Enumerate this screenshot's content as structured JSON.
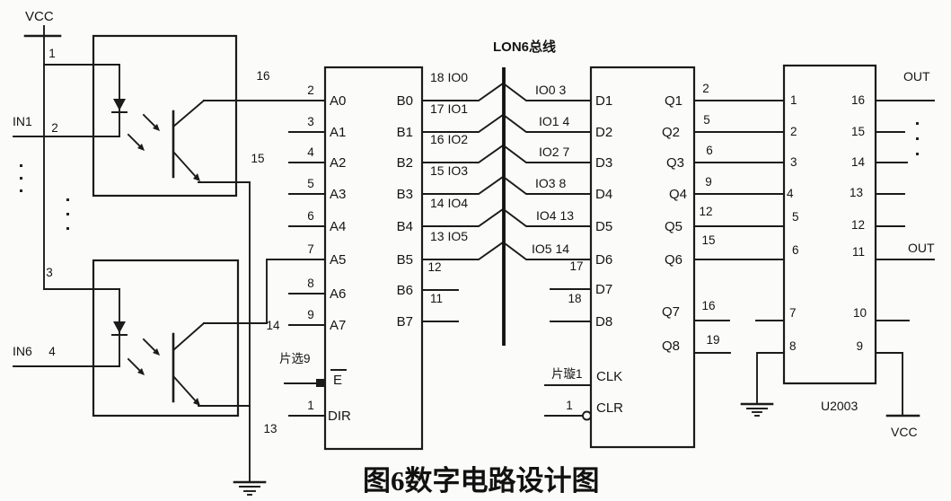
{
  "caption": "图6数字电路设计图",
  "bus": {
    "label": "LON6总线"
  },
  "power": {
    "vcc_top": "VCC",
    "vcc_bottom": "VCC"
  },
  "io": {
    "in1": "IN1",
    "in6": "IN6",
    "out_top": "OUT",
    "out_bottom": "OUT"
  },
  "opto1": {
    "pin1": "1",
    "pin2": "2",
    "pin16": "16",
    "pin15": "15"
  },
  "opto2": {
    "pin3": "3",
    "pin4": "4",
    "pin14": "14",
    "pin13": "13"
  },
  "buffer_chip": {
    "a_pins": [
      {
        "num": "2",
        "label": "A0"
      },
      {
        "num": "3",
        "label": "A1"
      },
      {
        "num": "4",
        "label": "A2"
      },
      {
        "num": "5",
        "label": "A3"
      },
      {
        "num": "6",
        "label": "A4"
      },
      {
        "num": "7",
        "label": "A5"
      },
      {
        "num": "8",
        "label": "A6"
      },
      {
        "num": "9",
        "label": "A7"
      }
    ],
    "b_pins": [
      {
        "bus_label": "18 IO0",
        "label": "B0"
      },
      {
        "bus_label": "17 IO1",
        "label": "B1"
      },
      {
        "bus_label": "16 IO2",
        "label": "B2"
      },
      {
        "bus_label": "15 IO3",
        "label": "B3"
      },
      {
        "bus_label": "14 IO4",
        "label": "B4"
      },
      {
        "bus_label": "13 IO5",
        "label": "B5"
      }
    ],
    "b6": {
      "num": "12",
      "label": "B6"
    },
    "b7": {
      "num": "11",
      "label": "B7"
    },
    "enable": {
      "select_label": "片选9",
      "label": "E"
    },
    "dir": {
      "num": "1",
      "label": "DIR"
    }
  },
  "latch_chip": {
    "d_pins": [
      {
        "bus_label": "IO0 3",
        "label": "D1"
      },
      {
        "bus_label": "IO1 4",
        "label": "D2"
      },
      {
        "bus_label": "IO2 7",
        "label": "D3"
      },
      {
        "bus_label": "IO3 8",
        "label": "D4"
      },
      {
        "bus_label": "IO4 13",
        "label": "D5"
      },
      {
        "bus_label": "IO5 14",
        "label": "D6"
      }
    ],
    "d7": {
      "num": "17",
      "label": "D7"
    },
    "d8": {
      "num": "18",
      "label": "D8"
    },
    "q_pins": [
      {
        "num": "2",
        "label": "Q1"
      },
      {
        "num": "5",
        "label": "Q2"
      },
      {
        "num": "6",
        "label": "Q3"
      },
      {
        "num": "9",
        "label": "Q4"
      },
      {
        "num": "12",
        "label": "Q5"
      },
      {
        "num": "15",
        "label": "Q6"
      }
    ],
    "q7": {
      "num": "16",
      "label": "Q7"
    },
    "q8": {
      "num": "19",
      "label": "Q8"
    },
    "clk": {
      "select_label": "片璇1",
      "label": "CLK"
    },
    "clr": {
      "num": "1",
      "label": "CLR"
    }
  },
  "driver_chip": {
    "name": "U2003",
    "left_pins": [
      "1",
      "2",
      "3",
      "4",
      "5",
      "6",
      "7",
      "8"
    ],
    "right_pins": [
      "16",
      "15",
      "14",
      "13",
      "12",
      "11",
      "10",
      "9"
    ]
  }
}
